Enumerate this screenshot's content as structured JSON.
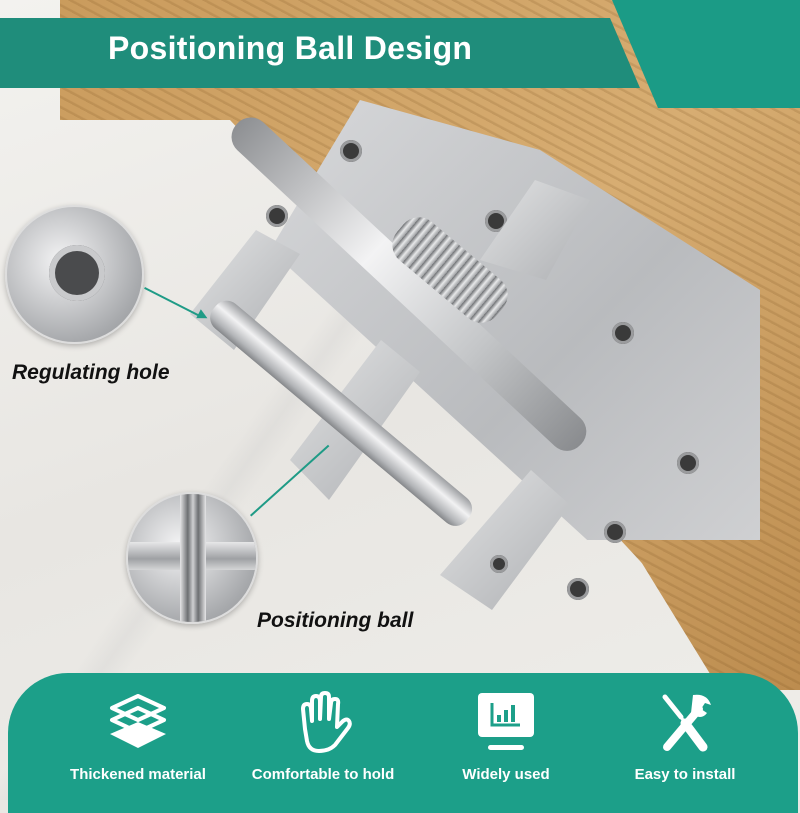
{
  "header": {
    "title": "Positioning Ball Design"
  },
  "callouts": [
    {
      "label": "Regulating hole"
    },
    {
      "label": "Positioning ball"
    }
  ],
  "features": [
    {
      "icon": "layers-icon",
      "label": "Thickened material"
    },
    {
      "icon": "hand-icon",
      "label": "Comfortable to hold"
    },
    {
      "icon": "monitor-chart-icon",
      "label": "Widely used"
    },
    {
      "icon": "tools-icon",
      "label": "Easy to install"
    }
  ],
  "colors": {
    "brand_teal": "#1c9f89",
    "title_band": "#1f8d7b",
    "text_light": "#ffffff",
    "text_dark": "#111111"
  }
}
